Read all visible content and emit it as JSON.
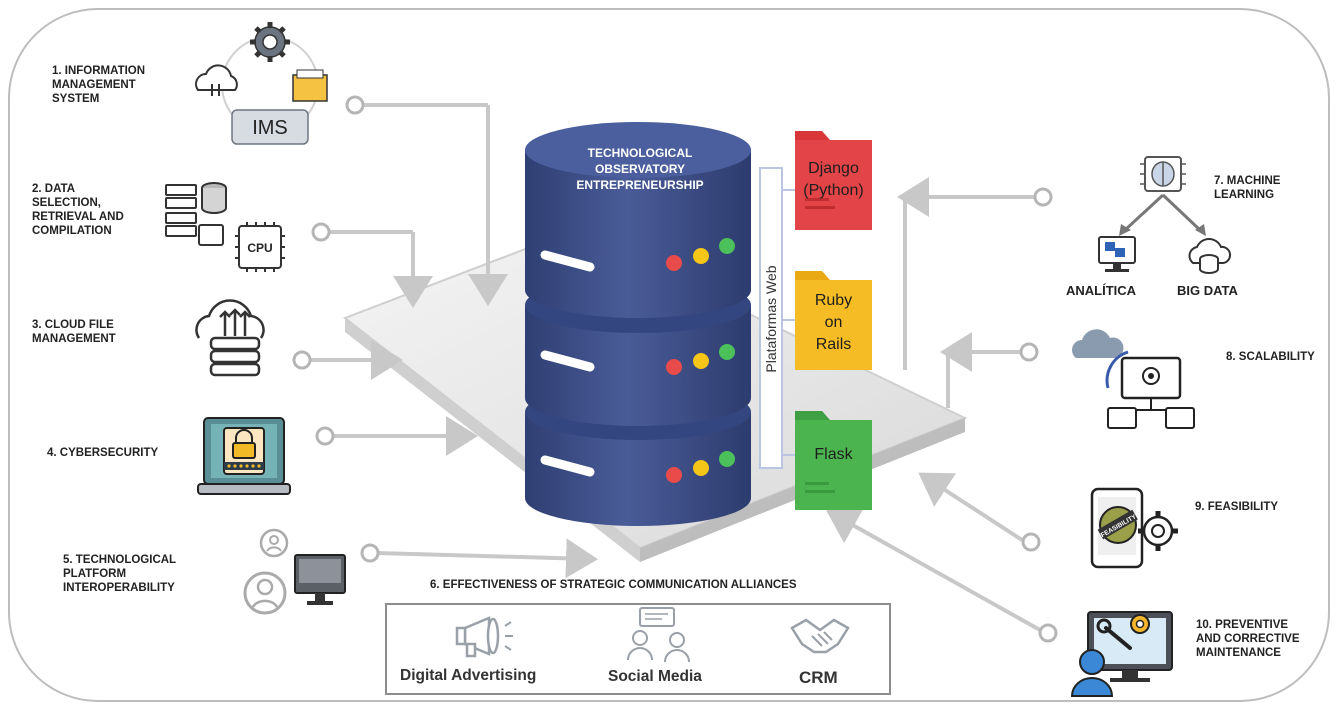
{
  "center_title": [
    "TECHNOLOGICAL",
    "OBSERVATORY",
    "ENTREPRENEURSHIP"
  ],
  "web_platforms_label": "Plataformas Web",
  "frameworks": {
    "django": "Django\n(Python)",
    "ruby": "Ruby\non\nRails",
    "flask": "Flask"
  },
  "left_items": {
    "item1": "1. INFORMATION\nMANAGEMENT\nSYSTEM",
    "item1_badge": "IMS",
    "item2": "2. DATA\nSELECTION,\nRETRIEVAL AND\nCOMPILATION",
    "item2_chip": "CPU",
    "item3": "3.  CLOUD FILE\nMANAGEMENT",
    "item4": "4. CYBERSECURITY",
    "item5": "5. TECHNOLOGICAL\nPLATFORM\nINTEROPERABILITY"
  },
  "bottom": {
    "title": "6. EFFECTIVENESS OF STRATEGIC COMMUNICATION ALLIANCES",
    "items": [
      "Digital Advertising",
      "Social Media",
      "CRM"
    ]
  },
  "right_items": {
    "item7": "7.  MACHINE\nLEARNING",
    "item7_sub": [
      "ANALÍTICA",
      "BIG DATA"
    ],
    "item8": "8.  SCALABILITY",
    "item9": "9.  FEASIBILITY",
    "item9_seal": "FEASIBILITY",
    "item10": "10.  PREVENTIVE\nAND CORRECTIVE\nMAINTENANCE"
  },
  "colors": {
    "db_body": "#3c4f8a",
    "db_top": "#4b5f9e",
    "django": "#d8373a",
    "ruby": "#f3b81e",
    "flask": "#4cb44f",
    "connector": "#c8c8c8"
  }
}
